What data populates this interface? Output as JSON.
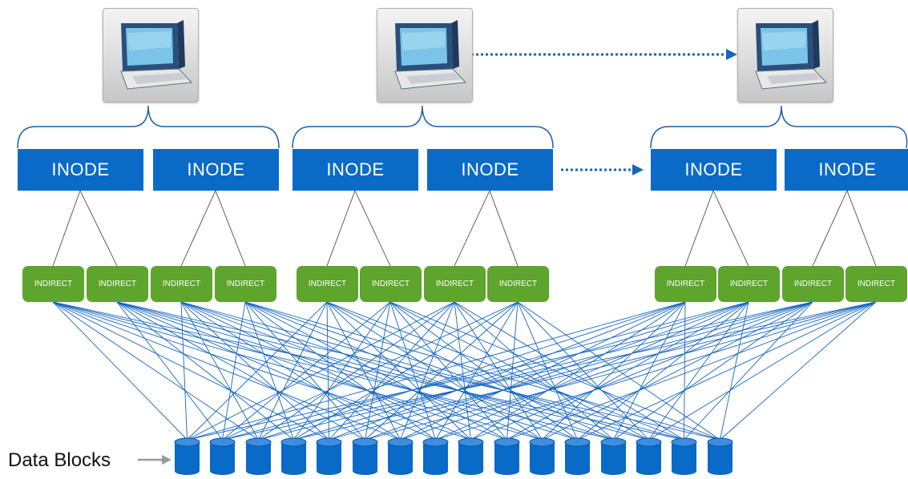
{
  "diagram": {
    "computers": [
      {
        "icon": "computer-icon"
      },
      {
        "icon": "computer-icon"
      },
      {
        "icon": "computer-icon"
      }
    ],
    "inodes": [
      {
        "label": "INODE"
      },
      {
        "label": "INODE"
      },
      {
        "label": "INODE"
      },
      {
        "label": "INODE"
      },
      {
        "label": "INODE"
      },
      {
        "label": "INODE"
      }
    ],
    "indirects": [
      {
        "label": "INDIRECT"
      },
      {
        "label": "INDIRECT"
      },
      {
        "label": "INDIRECT"
      },
      {
        "label": "INDIRECT"
      },
      {
        "label": "INDIRECT"
      },
      {
        "label": "INDIRECT"
      },
      {
        "label": "INDIRECT"
      },
      {
        "label": "INDIRECT"
      },
      {
        "label": "INDIRECT"
      },
      {
        "label": "INDIRECT"
      },
      {
        "label": "INDIRECT"
      },
      {
        "label": "INDIRECT"
      }
    ],
    "data_block_count": 16,
    "data_blocks_label": "Data Blocks",
    "colors": {
      "inode": "#0a6ac7",
      "indirect": "#5da52c",
      "link_line": "#1565c0",
      "block": "#0a6ac7",
      "arrow": "#1565c0",
      "brace": "#1a5fa8",
      "label_arrow": "#999999"
    }
  }
}
